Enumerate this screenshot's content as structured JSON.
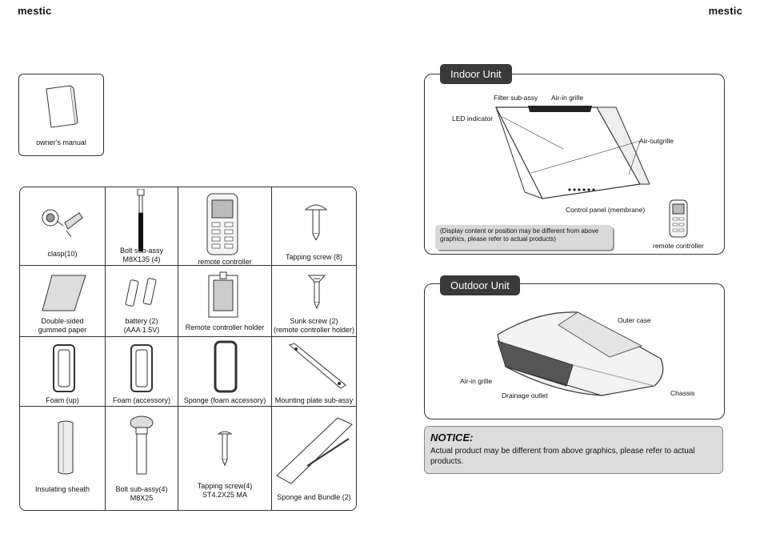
{
  "header": {
    "brand_left": "mestic",
    "brand_right": "mestic"
  },
  "manual": {
    "caption": "owner's manual"
  },
  "accessories": [
    {
      "label": "clasp(10)"
    },
    {
      "label": "Bolt sub-assy\nM8X135 (4)"
    },
    {
      "label": "remote controller"
    },
    {
      "label": "Tapping screw (8)"
    },
    {
      "label": "Double-sided\ngummed paper"
    },
    {
      "label": "battery (2)\n(AAA 1.5V)"
    },
    {
      "label": "Remote controller holder"
    },
    {
      "label": "Sunk screw (2)\n(remote controller holder)"
    },
    {
      "label": "Foam (up)"
    },
    {
      "label": "Foam (accessory)"
    },
    {
      "label": "Sponge (foam accessory)"
    },
    {
      "label": "Mounting plate sub-assy"
    },
    {
      "label": "Insulating sheath"
    },
    {
      "label": "Bolt sub-assy(4)\nM8X25"
    },
    {
      "label": "Tapping screw(4)\nST4.2X25 MA"
    },
    {
      "label": "Sponge and Bundle (2)"
    }
  ],
  "indoor": {
    "title": "Indoor Unit",
    "labels": {
      "filter": "Filter sub-assy",
      "air_in": "Air-in grille",
      "led": "LED indicator",
      "air_out": "Air-outgrille",
      "control_panel": "Control panel (membrane)",
      "remote": "remote controller"
    },
    "disclaimer": "(Display content or position may be different from above graphics, please refer to actual products)"
  },
  "outdoor": {
    "title": "Outdoor Unit",
    "labels": {
      "outer_case": "Outer case",
      "air_in": "Air-in grille",
      "drainage": "Drainage outlet",
      "chassis": "Chassis"
    }
  },
  "notice": {
    "title": "NOTICE:",
    "body": "Actual product may be different from above graphics, please refer to actual products."
  },
  "colors": {
    "tab": "#3a3a3a",
    "notice_bg": "#dcdcdc",
    "disclaimer_bg": "#d9d9d9"
  }
}
